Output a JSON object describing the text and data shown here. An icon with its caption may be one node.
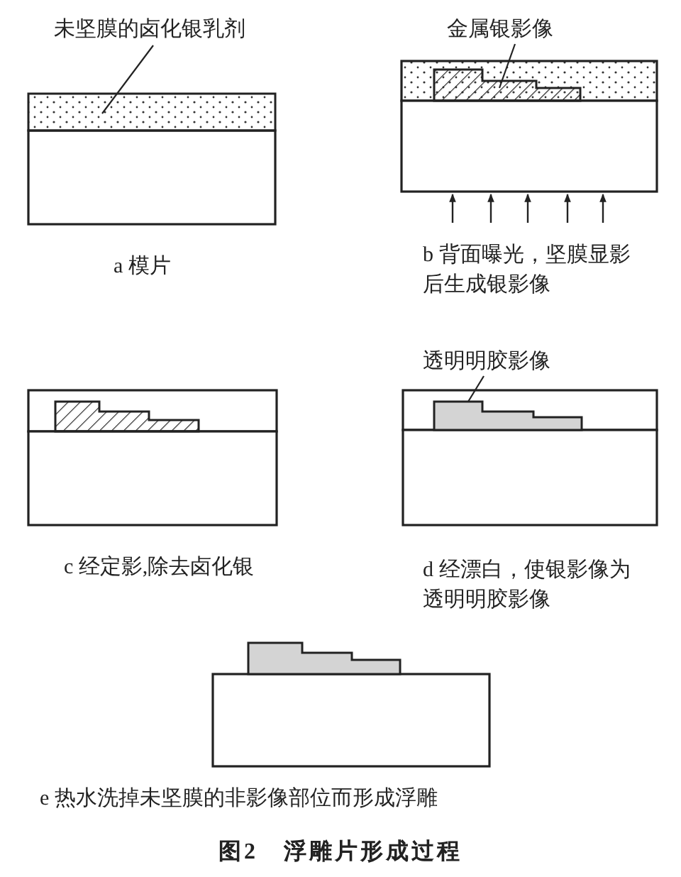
{
  "diagram": {
    "title": "图2　浮雕片形成过程",
    "nodes": [
      {
        "text": [
          "未坚膜的卤化银乳剂"
        ]
      },
      {
        "text": [],
        "shape": "box"
      },
      {
        "text": [
          "金属银影像"
        ]
      },
      {
        "text": [],
        "shape": "box"
      },
      {
        "text": [],
        "shape": "box"
      },
      {
        "text": [
          "透明明胶影像"
        ]
      },
      {
        "text": [],
        "shape": "box"
      },
      {
        "text": [],
        "shape": "box"
      }
    ],
    "edges": [
      {
        "from": 0,
        "to": 1,
        "arrow": "none"
      },
      {
        "from": 2,
        "to": 3,
        "arrow": "none"
      },
      {
        "from": 5,
        "to": 6,
        "arrow": "none"
      }
    ],
    "labels": [
      "a 模片",
      "b 背面曝光，坚膜显影后生成银影像",
      "c 经定影,除去卤化银",
      "d 经漂白，使银影像为透明明胶影像",
      "e 热水洗掉未坚膜的非影像部位而形成浮雕"
    ]
  }
}
